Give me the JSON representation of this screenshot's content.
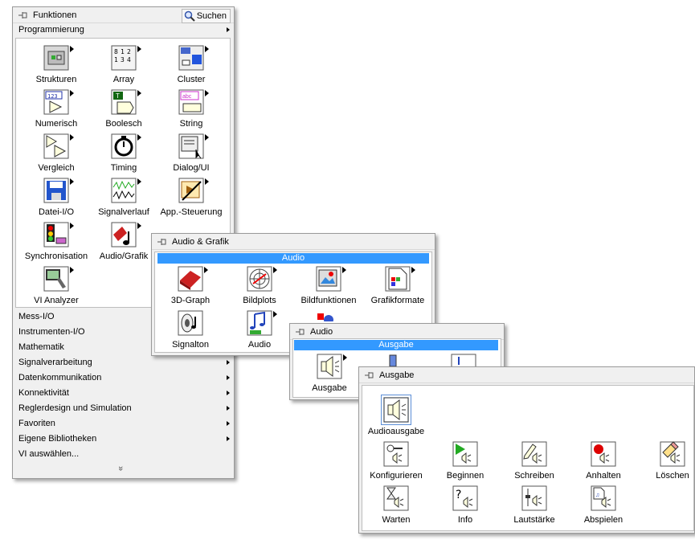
{
  "functions": {
    "title": "Funktionen",
    "search_label": "Suchen",
    "category_programmierung": "Programmierung",
    "icons": [
      {
        "label": "Strukturen"
      },
      {
        "label": "Array"
      },
      {
        "label": "Cluster"
      },
      {
        "label": "Numerisch"
      },
      {
        "label": "Boolesch"
      },
      {
        "label": "String"
      },
      {
        "label": "Vergleich"
      },
      {
        "label": "Timing"
      },
      {
        "label": "Dialog/UI"
      },
      {
        "label": "Datei-I/O"
      },
      {
        "label": "Signalverlauf"
      },
      {
        "label": "App.-Steuerung"
      },
      {
        "label": "Synchronisation"
      },
      {
        "label": "Audio/Grafik"
      },
      {
        "label": "VI Analyzer"
      }
    ],
    "categories": [
      {
        "label": "Mess-I/O"
      },
      {
        "label": "Instrumenten-I/O"
      },
      {
        "label": "Mathematik"
      },
      {
        "label": "Signalverarbeitung"
      },
      {
        "label": "Datenkommunikation"
      },
      {
        "label": "Konnektivität"
      },
      {
        "label": "Reglerdesign und Simulation"
      },
      {
        "label": "Favoriten"
      },
      {
        "label": "Eigene Bibliotheken"
      },
      {
        "label": "VI auswählen..."
      }
    ],
    "more_glyph": "»"
  },
  "audio_grafik": {
    "title": "Audio & Grafik",
    "section": "Audio",
    "icons": [
      {
        "label": "3D-Graph"
      },
      {
        "label": "Bildplots"
      },
      {
        "label": "Bildfunktionen"
      },
      {
        "label": "Grafikformate"
      },
      {
        "label": "Signalton"
      },
      {
        "label": "Audio"
      }
    ]
  },
  "audio": {
    "title": "Audio",
    "section": "Ausgabe",
    "icons": [
      {
        "label": "Ausgabe"
      }
    ]
  },
  "ausgabe": {
    "title": "Ausgabe",
    "icons": [
      {
        "label": "Audioausgabe"
      },
      {
        "label": "Konfigurieren"
      },
      {
        "label": "Beginnen"
      },
      {
        "label": "Schreiben"
      },
      {
        "label": "Anhalten"
      },
      {
        "label": "Löschen"
      },
      {
        "label": "Warten"
      },
      {
        "label": "Info"
      },
      {
        "label": "Lautstärke"
      },
      {
        "label": "Abspielen"
      }
    ]
  },
  "colors": {
    "selection": "#3399ff",
    "accent_green": "#22aa22",
    "accent_red": "#dd0000"
  }
}
